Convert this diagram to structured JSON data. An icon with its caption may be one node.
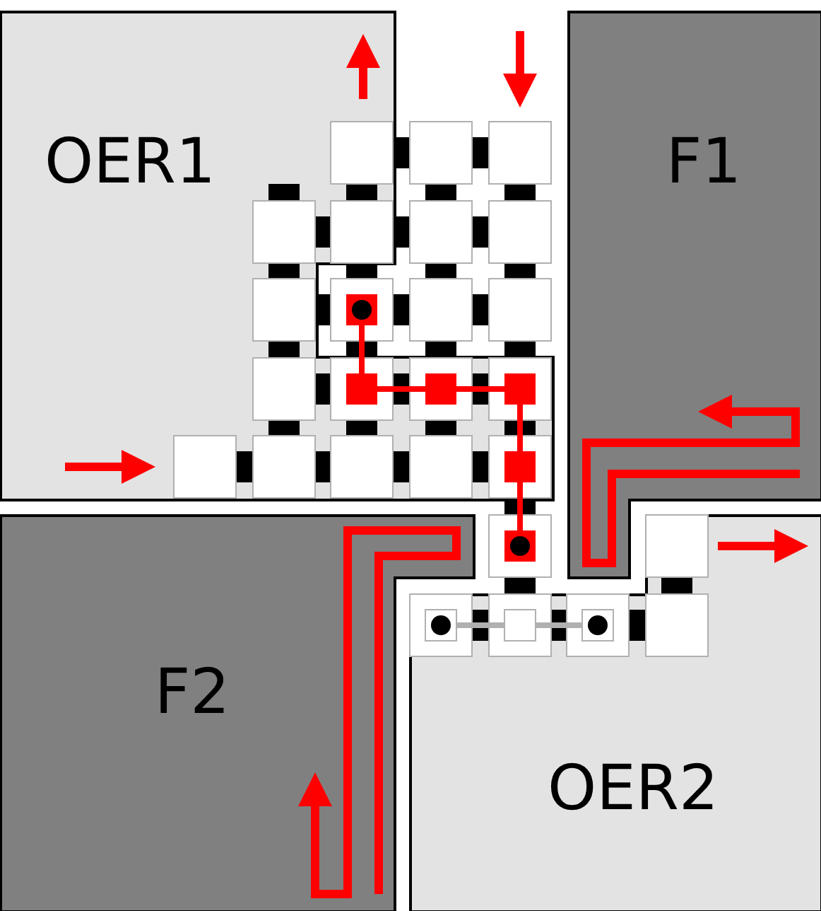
{
  "diagram": {
    "nodes": [
      {
        "text": [
          "OER1"
        ]
      },
      {
        "text": [
          "F1"
        ]
      },
      {
        "text": [
          "F2"
        ]
      },
      {
        "text": [
          "OER2"
        ]
      }
    ]
  }
}
